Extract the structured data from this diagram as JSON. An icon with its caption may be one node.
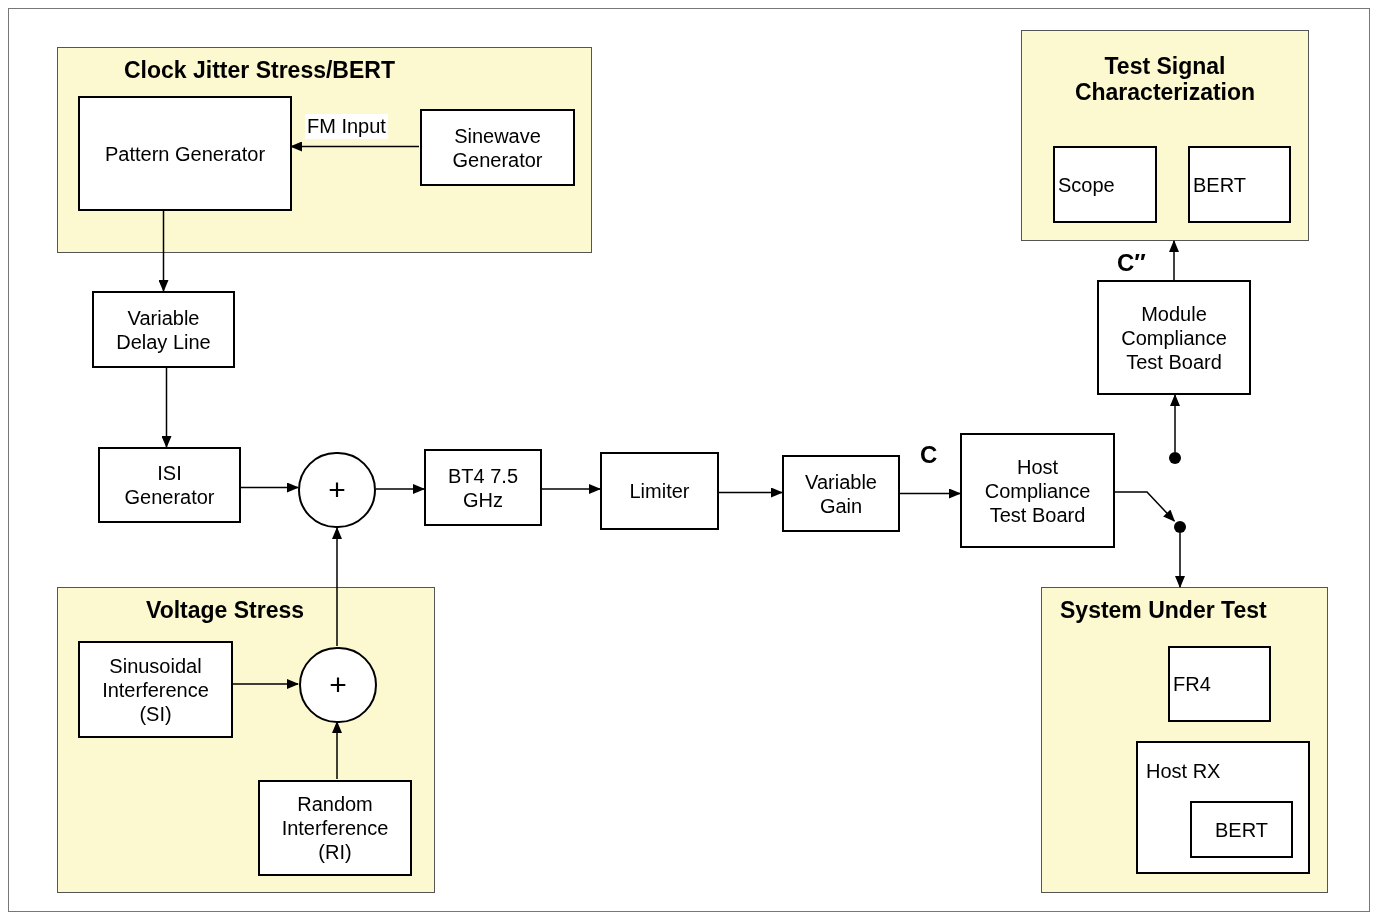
{
  "diagram": {
    "nodes": [
      {
        "text": [
          "Clock Jitter Stress/BERT"
        ]
      },
      {
        "text": [
          "Pattern Generator"
        ],
        "in": 0
      },
      {
        "text": [
          "Sinewave Generator"
        ],
        "in": 0
      },
      {
        "text": [
          "Variable Delay Line"
        ]
      },
      {
        "text": [
          "ISI Generator"
        ]
      },
      {
        "text": [
          "+"
        ]
      },
      {
        "text": [
          "BT4 7.5 GHz"
        ]
      },
      {
        "text": [
          "Limiter"
        ]
      },
      {
        "text": [
          "Variable Gain"
        ]
      },
      {
        "text": [
          "Host Compliance Test Board"
        ]
      },
      {
        "text": [
          "Voltage Stress"
        ]
      },
      {
        "text": [
          "Sinusoidal Interference (SI)"
        ],
        "in": 10
      },
      {
        "text": [
          "+"
        ],
        "in": 10
      },
      {
        "text": [
          "Random Interference (RI)"
        ],
        "in": 10
      },
      {
        "text": [
          "Test Signal Characterization"
        ]
      },
      {
        "text": [
          "Scope"
        ],
        "in": 14
      },
      {
        "text": [
          "BERT"
        ],
        "in": 14
      },
      {
        "text": [
          "Module Compliance Test Board"
        ]
      },
      {
        "text": [],
        "shape": "circle"
      },
      {
        "text": [],
        "shape": "circle"
      },
      {
        "text": [
          "System Under Test"
        ]
      },
      {
        "text": [
          "FR4"
        ],
        "in": 20
      },
      {
        "text": [
          "Host RX"
        ],
        "in": 20
      },
      {
        "text": [
          "BERT"
        ],
        "in": 22
      }
    ],
    "edges": [
      {
        "from": 2,
        "to": 1,
        "arrow": "to",
        "label": "FM Input"
      },
      {
        "from": 1,
        "to": 3,
        "arrow": "to"
      },
      {
        "from": 3,
        "to": 4,
        "arrow": "to"
      },
      {
        "from": 4,
        "to": 5,
        "arrow": "to"
      },
      {
        "from": 12,
        "to": 5,
        "arrow": "to"
      },
      {
        "from": 5,
        "to": 6,
        "arrow": "to"
      },
      {
        "from": 6,
        "to": 7,
        "arrow": "to"
      },
      {
        "from": 7,
        "to": 8,
        "arrow": "to"
      },
      {
        "from": 8,
        "to": 9,
        "arrow": "to",
        "label": "C"
      },
      {
        "from": 11,
        "to": 12,
        "arrow": "to"
      },
      {
        "from": 13,
        "to": 12,
        "arrow": "to"
      },
      {
        "from": 17,
        "to": 14,
        "arrow": "to",
        "label": "C″"
      },
      {
        "from": 18,
        "to": 17,
        "arrow": "to"
      },
      {
        "from": 9,
        "to": 19,
        "arrow": "to"
      },
      {
        "from": 19,
        "to": 20,
        "arrow": "to"
      }
    ]
  }
}
